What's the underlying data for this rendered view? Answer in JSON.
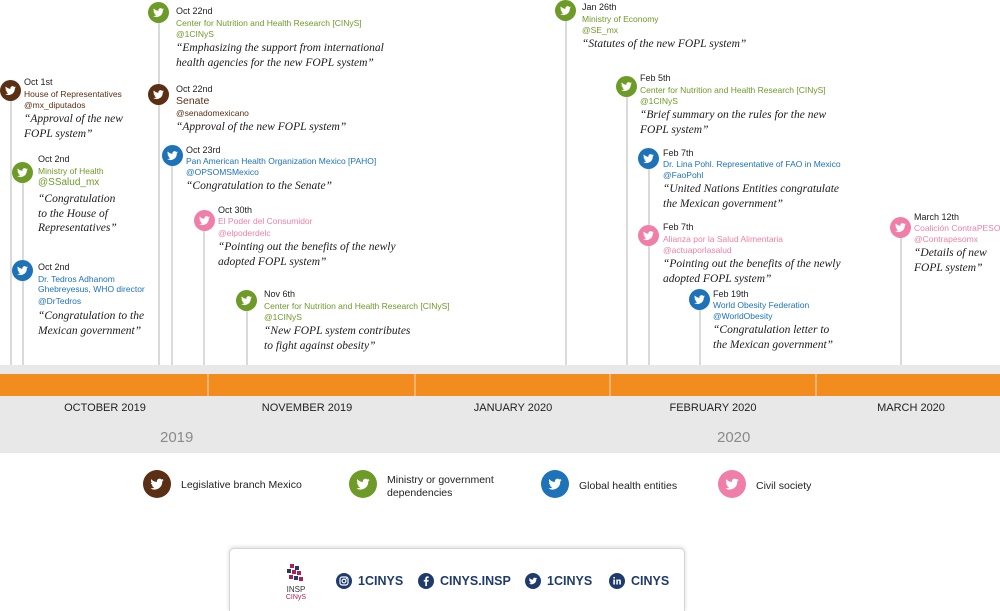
{
  "colors": {
    "legislative": "#5a2f14",
    "ministry": "#6e9a28",
    "global": "#1d72b8",
    "civil": "#ef7fa8",
    "timeline_bar": "#f28c1e",
    "social_text": "#1f3b6e"
  },
  "events": [
    {
      "date": "Oct 1st",
      "org": "House of Representatives",
      "handle": "@mx_diputados",
      "quote": "“Approval of the new\nFOPL system”",
      "category": "legislative",
      "icon": "twitter-bird-icon"
    },
    {
      "date": "Oct 2nd",
      "org": "Ministry of Health",
      "handle": "@SSalud_mx",
      "quote": "“Congratulation\nto the House of\nRepresentatives”",
      "category": "ministry",
      "icon": "twitter-bird-icon"
    },
    {
      "date": "Oct 2nd",
      "org": "Dr. Tedros Adhanom\nGhebreyesus, WHO director",
      "handle": "@DrTedros",
      "quote": "“Congratulation to the\nMexican government”",
      "category": "global",
      "icon": "twitter-bird-icon"
    },
    {
      "date": "Oct 22nd",
      "org": "Center for Nutrition and Health Research [CINyS]",
      "handle": "@1CINyS",
      "quote": "“Emphasizing the support from international\nhealth agencies for the new FOPL system”",
      "category": "ministry",
      "icon": "twitter-bird-icon"
    },
    {
      "date": "Oct 22nd",
      "org": "Senate",
      "handle": "@senadomexicano",
      "quote": "“Approval of the new FOPL system”",
      "category": "legislative",
      "icon": "twitter-bird-icon"
    },
    {
      "date": "Oct 23rd",
      "org": "Pan American Health Organization Mexico [PAHO]",
      "handle": "@OPSOMSMexico",
      "quote": "“Congratulation to the Senate”",
      "category": "global",
      "icon": "twitter-bird-icon"
    },
    {
      "date": "Oct 30th",
      "org": "El Poder del Consumidor",
      "handle": "@elpoderdelc",
      "quote": "“Pointing out the benefits of the newly\nadopted FOPL system”",
      "category": "civil",
      "icon": "twitter-bird-icon"
    },
    {
      "date": "Nov 6th",
      "org": "Center for Nutrition and Health Research [CINyS]",
      "handle": "@1CINyS",
      "quote": "“New FOPL system contributes\nto fight against obesity”",
      "category": "ministry",
      "icon": "twitter-bird-icon"
    },
    {
      "date": "Jan 26th",
      "org": "Ministry of Economy",
      "handle": "@SE_mx",
      "quote": "“Statutes of the new FOPL system”",
      "category": "ministry",
      "icon": "twitter-bird-icon"
    },
    {
      "date": "Feb 5th",
      "org": "Center for Nutrition and Health Research [CINyS]",
      "handle": "@1CINyS",
      "quote": "“Brief summary on the rules for the new\nFOPL system”",
      "category": "ministry",
      "icon": "twitter-bird-icon"
    },
    {
      "date": "Feb 7th",
      "org": "Dr. Lina Pohl. Representative of FAO in Mexico",
      "handle": "@FaoPohl",
      "quote": "“United Nations Entities congratulate\nthe Mexican government”",
      "category": "global",
      "icon": "twitter-bird-icon"
    },
    {
      "date": "Feb 7th",
      "org": "Alianza por la Salud Alimentaria",
      "handle": "@actuaporlasalud",
      "quote": "“Pointing out the benefits of the newly\nadopted FOPL system”",
      "category": "civil",
      "icon": "twitter-bird-icon"
    },
    {
      "date": "Feb 19th",
      "org": "World Obesity Federation",
      "handle": "@WorldObesity",
      "quote": "“Congratulation letter to\nthe Mexican government”",
      "category": "global",
      "icon": "twitter-bird-icon"
    },
    {
      "date": "March 12th",
      "org": "Coalición ContraPESO",
      "handle": "@Contrapesomx",
      "quote": "“Details of new\nFOPL system”",
      "category": "civil",
      "icon": "twitter-bird-icon"
    }
  ],
  "timeline": {
    "months": [
      "OCTOBER 2019",
      "NOVEMBER 2019",
      "JANUARY 2020",
      "FEBRUARY 2020",
      "MARCH 2020"
    ],
    "years": [
      "2019",
      "2020"
    ]
  },
  "legend": [
    {
      "label": "Legislative branch Mexico",
      "category": "legislative",
      "icon": "twitter-bird-icon"
    },
    {
      "label": "Ministry or government\ndependencies",
      "category": "ministry",
      "icon": "twitter-bird-icon"
    },
    {
      "label": "Global health entities",
      "category": "global",
      "icon": "twitter-bird-icon"
    },
    {
      "label": "Civil society",
      "category": "civil",
      "icon": "twitter-bird-icon"
    }
  ],
  "footer": {
    "logo_line1": "INSP",
    "logo_line2": "CINyS",
    "social": [
      {
        "icon": "instagram-icon",
        "label": "1CINYS"
      },
      {
        "icon": "facebook-icon",
        "label": "CINYS.INSP"
      },
      {
        "icon": "twitter-icon",
        "label": "1CINYS"
      },
      {
        "icon": "linkedin-icon",
        "label": "CINYS"
      }
    ]
  }
}
